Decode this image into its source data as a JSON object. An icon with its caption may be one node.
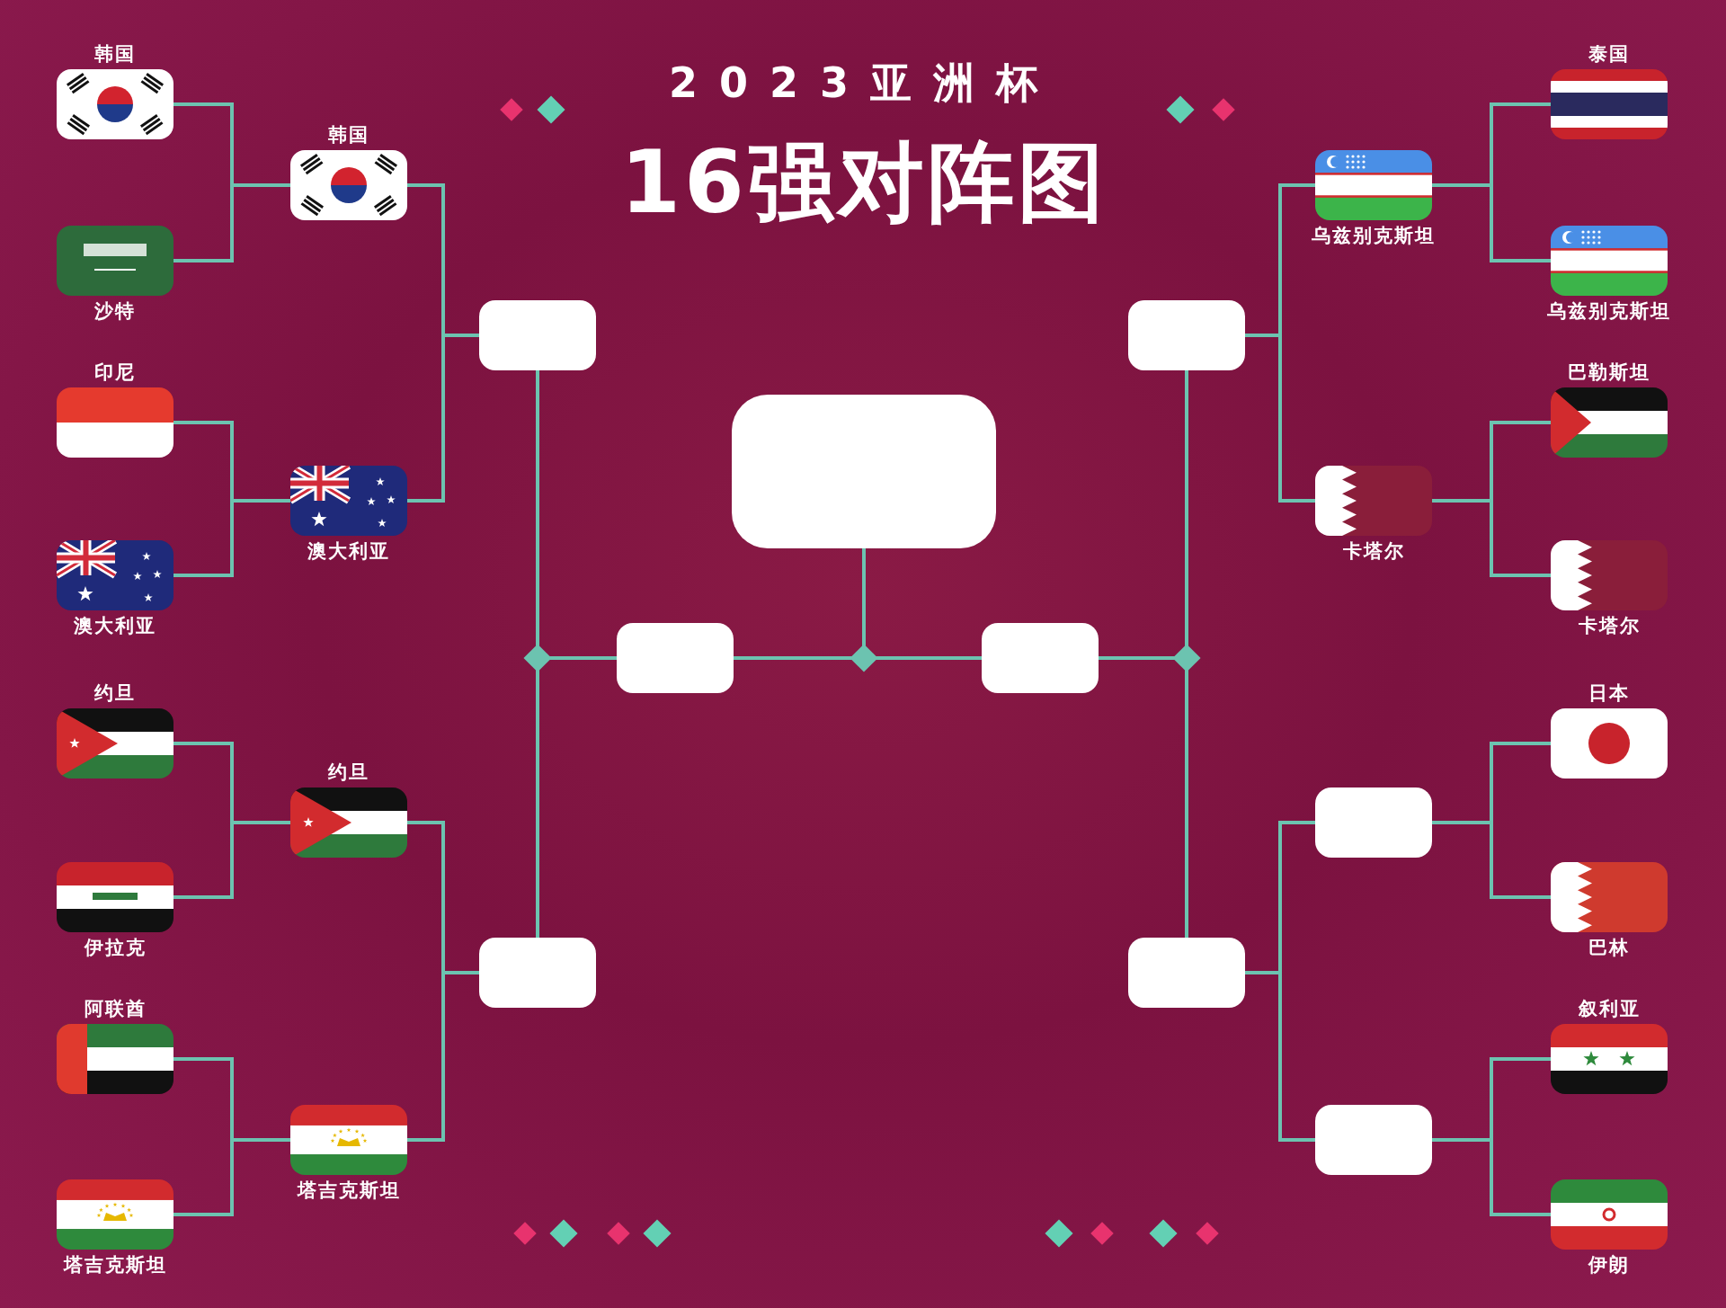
{
  "diagram": {
    "title": "16强对阵图",
    "nodes": [
      {
        "text": [
          "韩国"
        ]
      },
      {
        "text": [
          "沙特"
        ]
      },
      {
        "text": [
          "印尼"
        ]
      },
      {
        "text": [
          "澳大利亚"
        ]
      },
      {
        "text": [
          "约旦"
        ]
      },
      {
        "text": [
          "伊拉克"
        ]
      },
      {
        "text": [
          "阿联酋"
        ]
      },
      {
        "text": [
          "塔吉克斯坦"
        ]
      },
      {
        "text": [
          "韩国"
        ]
      },
      {
        "text": [
          "澳大利亚"
        ]
      },
      {
        "text": [
          "约旦"
        ]
      },
      {
        "text": [
          "塔吉克斯坦"
        ]
      },
      {
        "text": [],
        "shape": "box"
      },
      {
        "text": [],
        "shape": "box"
      },
      {
        "text": [],
        "shape": "box"
      },
      {
        "text": [],
        "shape": "box"
      },
      {
        "text": [],
        "shape": "box"
      },
      {
        "text": [],
        "shape": "box"
      },
      {
        "text": [],
        "shape": "box"
      },
      {
        "text": [
          "乌兹别克斯坦"
        ]
      },
      {
        "text": [
          "卡塔尔"
        ]
      },
      {
        "text": [],
        "shape": "box"
      },
      {
        "text": [],
        "shape": "box"
      },
      {
        "text": [
          "泰国"
        ]
      },
      {
        "text": [
          "乌兹别克斯坦"
        ]
      },
      {
        "text": [
          "巴勒斯坦"
        ]
      },
      {
        "text": [
          "卡塔尔"
        ]
      },
      {
        "text": [
          "日本"
        ]
      },
      {
        "text": [
          "巴林"
        ]
      },
      {
        "text": [
          "叙利亚"
        ]
      },
      {
        "text": [
          "伊朗"
        ]
      }
    ],
    "edges": [
      {
        "from": 0,
        "to": 8,
        "arrow": "none"
      },
      {
        "from": 1,
        "to": 8,
        "arrow": "none"
      },
      {
        "from": 2,
        "to": 9,
        "arrow": "none"
      },
      {
        "from": 3,
        "to": 9,
        "arrow": "none"
      },
      {
        "from": 4,
        "to": 10,
        "arrow": "none"
      },
      {
        "from": 5,
        "to": 10,
        "arrow": "none"
      },
      {
        "from": 6,
        "to": 11,
        "arrow": "none"
      },
      {
        "from": 7,
        "to": 11,
        "arrow": "none"
      },
      {
        "from": 8,
        "to": 12,
        "arrow": "none"
      },
      {
        "from": 9,
        "to": 12,
        "arrow": "none"
      },
      {
        "from": 10,
        "to": 13,
        "arrow": "none"
      },
      {
        "from": 11,
        "to": 13,
        "arrow": "none"
      },
      {
        "from": 12,
        "to": 14,
        "arrow": "none"
      },
      {
        "from": 13,
        "to": 14,
        "arrow": "none"
      },
      {
        "from": 14,
        "to": 15,
        "arrow": "none"
      },
      {
        "from": 16,
        "to": 15,
        "arrow": "none"
      },
      {
        "from": 17,
        "to": 16,
        "arrow": "none"
      },
      {
        "from": 18,
        "to": 16,
        "arrow": "none"
      },
      {
        "from": 19,
        "to": 17,
        "arrow": "none"
      },
      {
        "from": 20,
        "to": 17,
        "arrow": "none"
      },
      {
        "from": 21,
        "to": 18,
        "arrow": "none"
      },
      {
        "from": 22,
        "to": 18,
        "arrow": "none"
      },
      {
        "from": 23,
        "to": 19,
        "arrow": "none"
      },
      {
        "from": 24,
        "to": 19,
        "arrow": "none"
      },
      {
        "from": 25,
        "to": 20,
        "arrow": "none"
      },
      {
        "from": 26,
        "to": 20,
        "arrow": "none"
      },
      {
        "from": 27,
        "to": 21,
        "arrow": "none"
      },
      {
        "from": 28,
        "to": 21,
        "arrow": "none"
      },
      {
        "from": 29,
        "to": 22,
        "arrow": "none"
      },
      {
        "from": 30,
        "to": 22,
        "arrow": "none"
      }
    ],
    "labels": [
      "2023亚洲杯"
    ]
  }
}
